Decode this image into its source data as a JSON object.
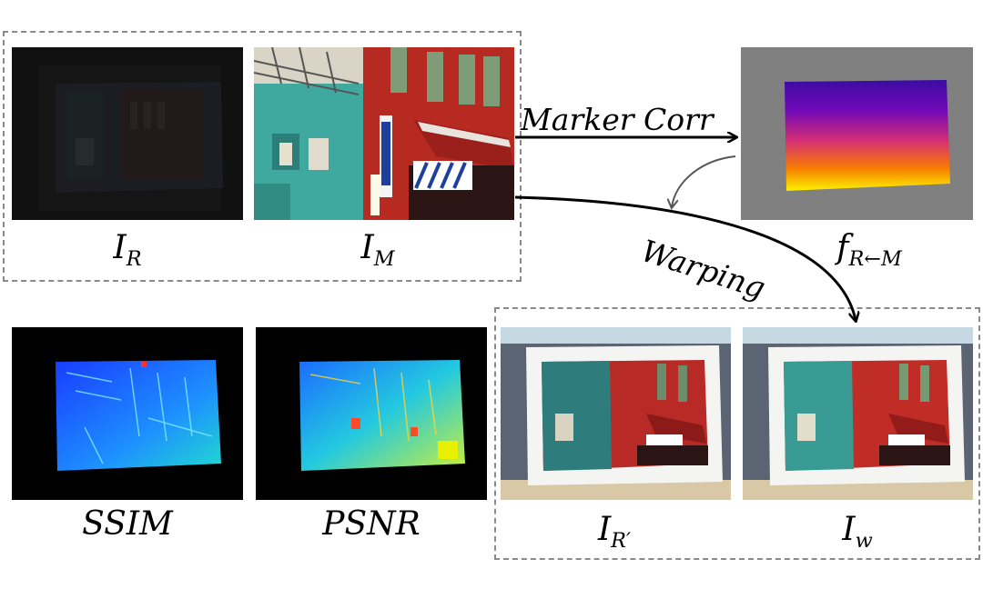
{
  "panels": {
    "ir": {
      "main": "I",
      "sub": "R"
    },
    "im": {
      "main": "I",
      "sub": "M"
    },
    "flow": {
      "main": "f",
      "sub": "R←M"
    },
    "irp": {
      "main": "I",
      "sub": "R′"
    },
    "iw": {
      "main": "I",
      "sub": "w"
    },
    "ssim": {
      "main": "SSIM"
    },
    "psnr": {
      "main": "PSNR"
    }
  },
  "arrows": {
    "marker_corr": "Marker Corr",
    "warping": "Warping"
  },
  "colors": {
    "dash_border": "#8a8a8a",
    "flow_background": "#808080",
    "flow_gradient": [
      "#3a0ca3",
      "#7209b7",
      "#d62f73",
      "#f77f00",
      "#fcf000"
    ],
    "heatmap_low": "#1a1aff",
    "heatmap_high": "#ffff00",
    "storefront_red": "#c8281e",
    "storefront_teal": "#3fa9a0"
  }
}
